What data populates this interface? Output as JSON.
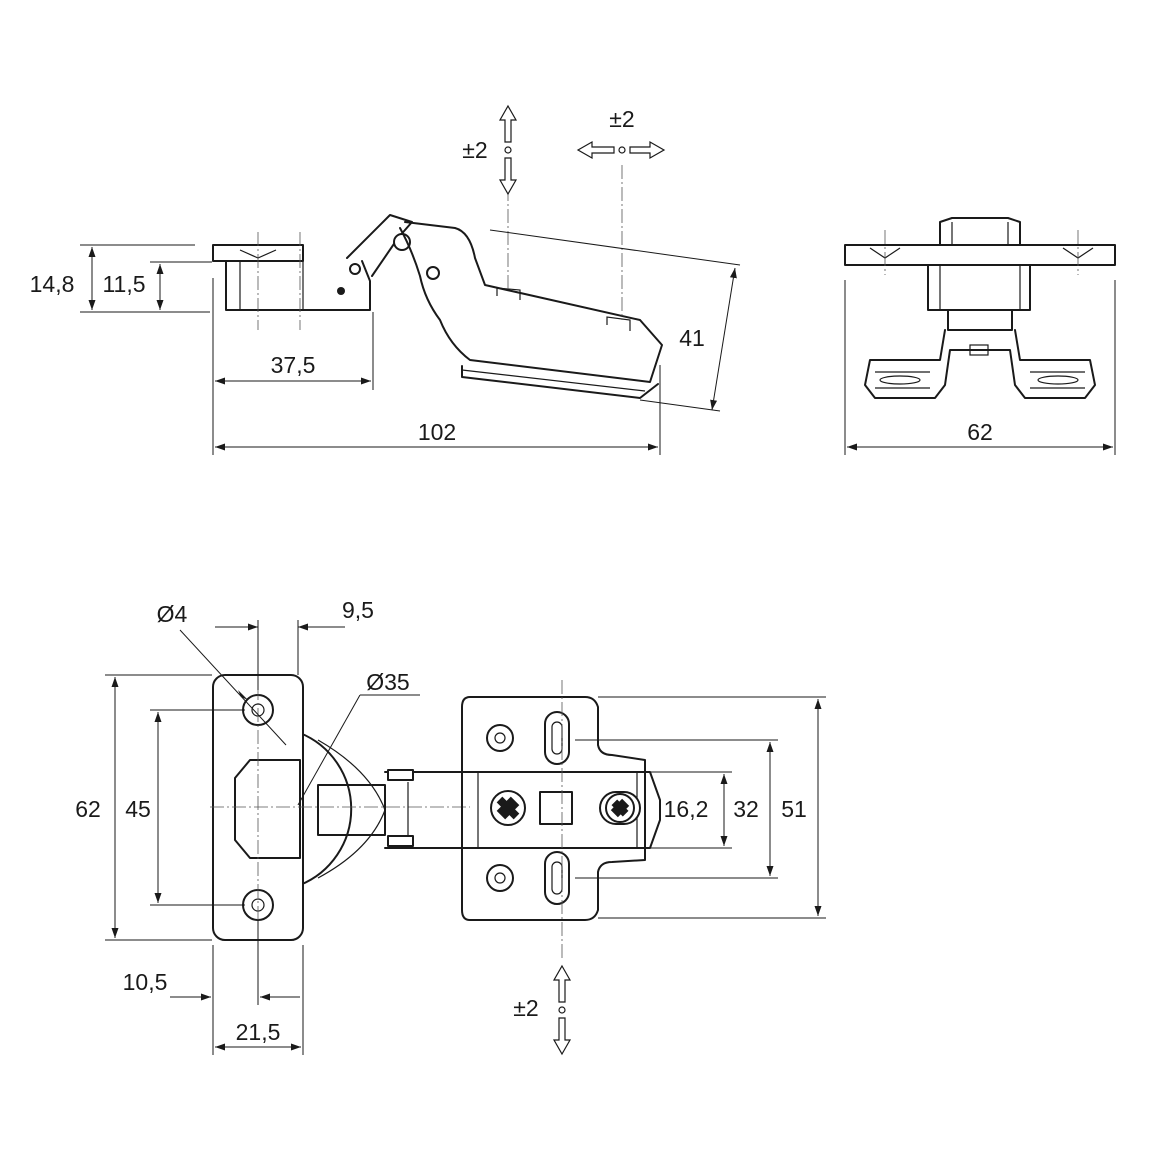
{
  "side_view": {
    "dim_overall_height": "14,8",
    "dim_plate_height": "11,5",
    "dim_plate_length": "37,5",
    "dim_total_length": "102",
    "dim_cup_depth": "41",
    "adjust_vertical": "±2",
    "adjust_horizontal": "±2"
  },
  "end_view": {
    "dim_width": "62"
  },
  "top_view": {
    "dim_hole_diameter": "Ø4",
    "dim_hole_offset": "9,5",
    "dim_cup_diameter": "Ø35",
    "dim_cup_length": "62",
    "dim_hole_spacing": "45",
    "dim_edge_distance": "10,5",
    "dim_cup_to_edge": "21,5",
    "dim_plate_slot_a": "16,2",
    "dim_plate_slot_b": "32",
    "dim_plate_height": "51",
    "adjust_depth": "±2"
  }
}
